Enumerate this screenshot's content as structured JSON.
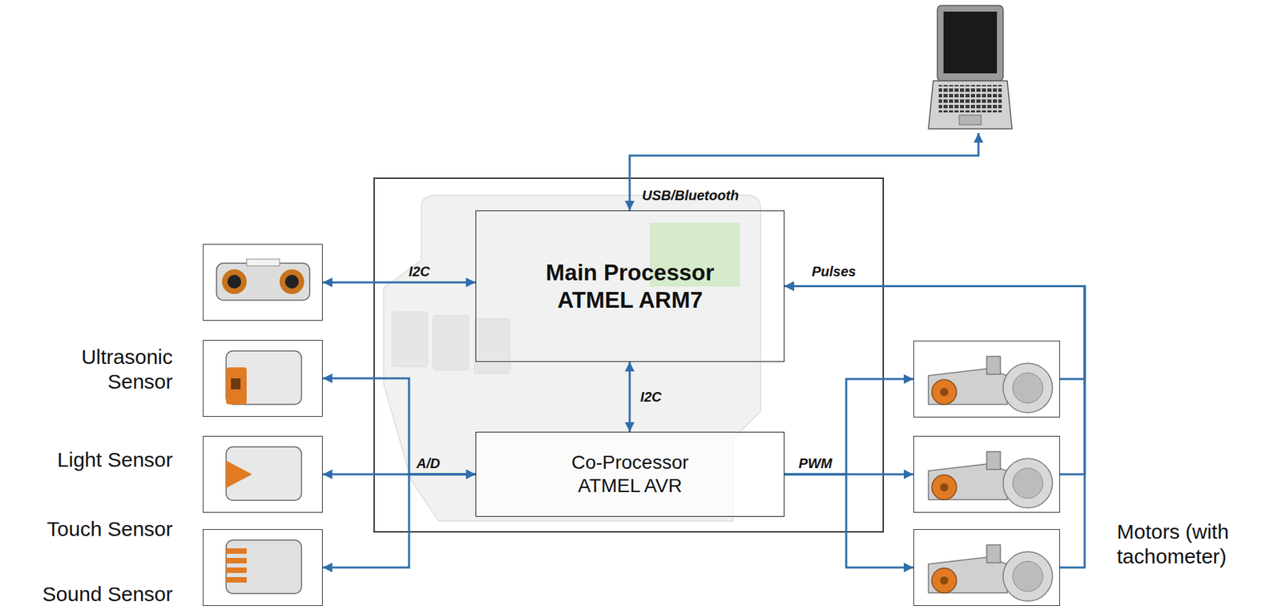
{
  "diagram": {
    "nodes": [
      {
        "text": [
          "Main Processor",
          "ATMEL ARM7"
        ]
      },
      {
        "text": [
          "Co-Processor",
          "ATMEL AVR"
        ]
      },
      {
        "text": [
          "Ultrasonic Sensor"
        ]
      },
      {
        "text": [
          "Light Sensor"
        ]
      },
      {
        "text": [
          "Touch Sensor"
        ]
      },
      {
        "text": [
          "Sound Sensor"
        ]
      },
      {
        "text": []
      },
      {
        "text": []
      },
      {
        "text": [
          "Motors (with tachometer)"
        ]
      }
    ],
    "edges": [
      {
        "from": 2,
        "to": 0,
        "arrow": "both",
        "label": "I2C"
      },
      {
        "from": 0,
        "to": 1,
        "arrow": "both",
        "label": "I2C"
      },
      {
        "from": 3,
        "to": 1,
        "arrow": "both"
      },
      {
        "from": 4,
        "to": 1,
        "arrow": "both",
        "label": "A/D"
      },
      {
        "from": 5,
        "to": 1,
        "arrow": "both"
      },
      {
        "from": 1,
        "to": 6,
        "arrow": "to"
      },
      {
        "from": 1,
        "to": 7,
        "arrow": "to",
        "label": "PWM"
      },
      {
        "from": 1,
        "to": 8,
        "arrow": "to"
      },
      {
        "from": 6,
        "to": 0,
        "arrow": "to",
        "label": "Pulses"
      },
      {
        "from": 7,
        "to": 0,
        "arrow": "to"
      },
      {
        "from": 8,
        "to": 0,
        "arrow": "to"
      }
    ],
    "labels": [
      "USB/Bluetooth"
    ]
  }
}
